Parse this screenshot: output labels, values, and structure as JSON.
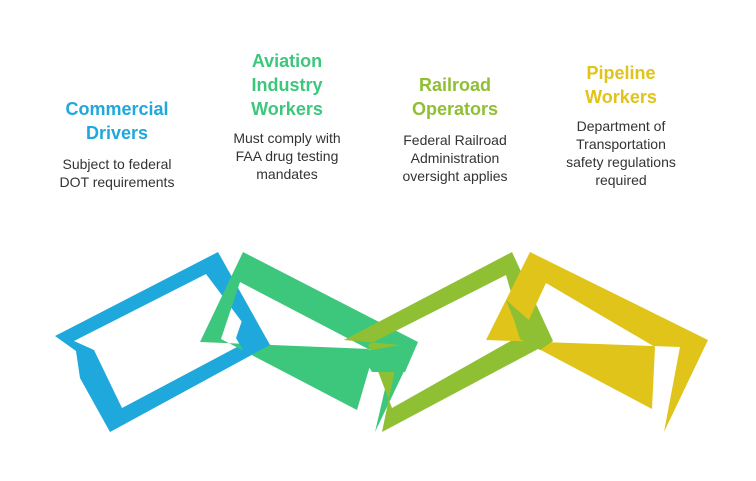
{
  "items": [
    {
      "title_lines": [
        "Commercial",
        "Drivers"
      ],
      "desc_lines": [
        "Subject to federal",
        "DOT requirements"
      ],
      "color": "#1ea8dc"
    },
    {
      "title_lines": [
        "Aviation",
        "Industry",
        "Workers"
      ],
      "desc_lines": [
        "Must comply with",
        "FAA drug testing",
        "mandates"
      ],
      "color": "#3dc77c"
    },
    {
      "title_lines": [
        "Railroad",
        "Operators"
      ],
      "desc_lines": [
        "Federal Railroad",
        "Administration",
        "oversight applies"
      ],
      "color": "#8fbf33"
    },
    {
      "title_lines": [
        "Pipeline",
        "Workers"
      ],
      "desc_lines": [
        "Department of",
        "Transportation",
        "safety regulations",
        "required"
      ],
      "color": "#e0c419"
    }
  ]
}
